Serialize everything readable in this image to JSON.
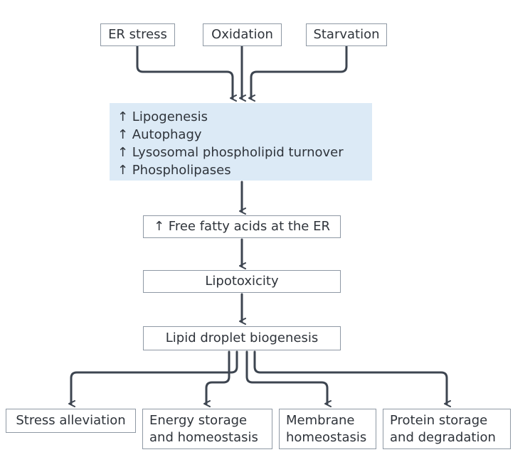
{
  "triggers": {
    "er_stress": "ER stress",
    "oxidation": "Oxidation",
    "starvation": "Starvation"
  },
  "effects": [
    "↑ Lipogenesis",
    "↑ Autophagy",
    "↑ Lysosomal phospholipid turnover",
    "↑ Phospholipases"
  ],
  "steps": {
    "free_fatty_acids": "↑ Free fatty acids at the ER",
    "lipotoxicity": "Lipotoxicity",
    "lipid_droplet_biogenesis": "Lipid droplet biogenesis"
  },
  "outcomes": {
    "stress_alleviation": "Stress alleviation",
    "energy_storage": [
      "Energy storage",
      "and homeostasis"
    ],
    "membrane_homeostasis": [
      "Membrane",
      "homeostasis"
    ],
    "protein_storage": [
      "Protein storage",
      "and degradation"
    ]
  },
  "colors": {
    "arrow": "#3d4550",
    "box_border": "#8e98a4",
    "highlight_fill": "#dceaf6",
    "text": "#2f343b"
  }
}
